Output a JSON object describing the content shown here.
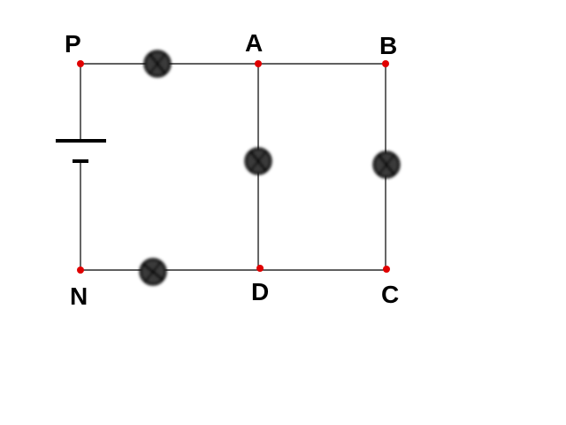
{
  "colors": {
    "wire": "#000000",
    "node": "#e00000",
    "lamp_fill": "#3a3a3a",
    "lamp_ring": "#000000",
    "label": "#000000",
    "background": "#ffffff"
  },
  "labels": {
    "P": "P",
    "A": "A",
    "B": "B",
    "N": "N",
    "D": "D",
    "C": "C"
  },
  "components": {
    "battery": "battery-icon",
    "lamps": [
      "lamp-icon",
      "lamp-icon",
      "lamp-icon",
      "lamp-icon",
      "lamp-icon"
    ]
  }
}
